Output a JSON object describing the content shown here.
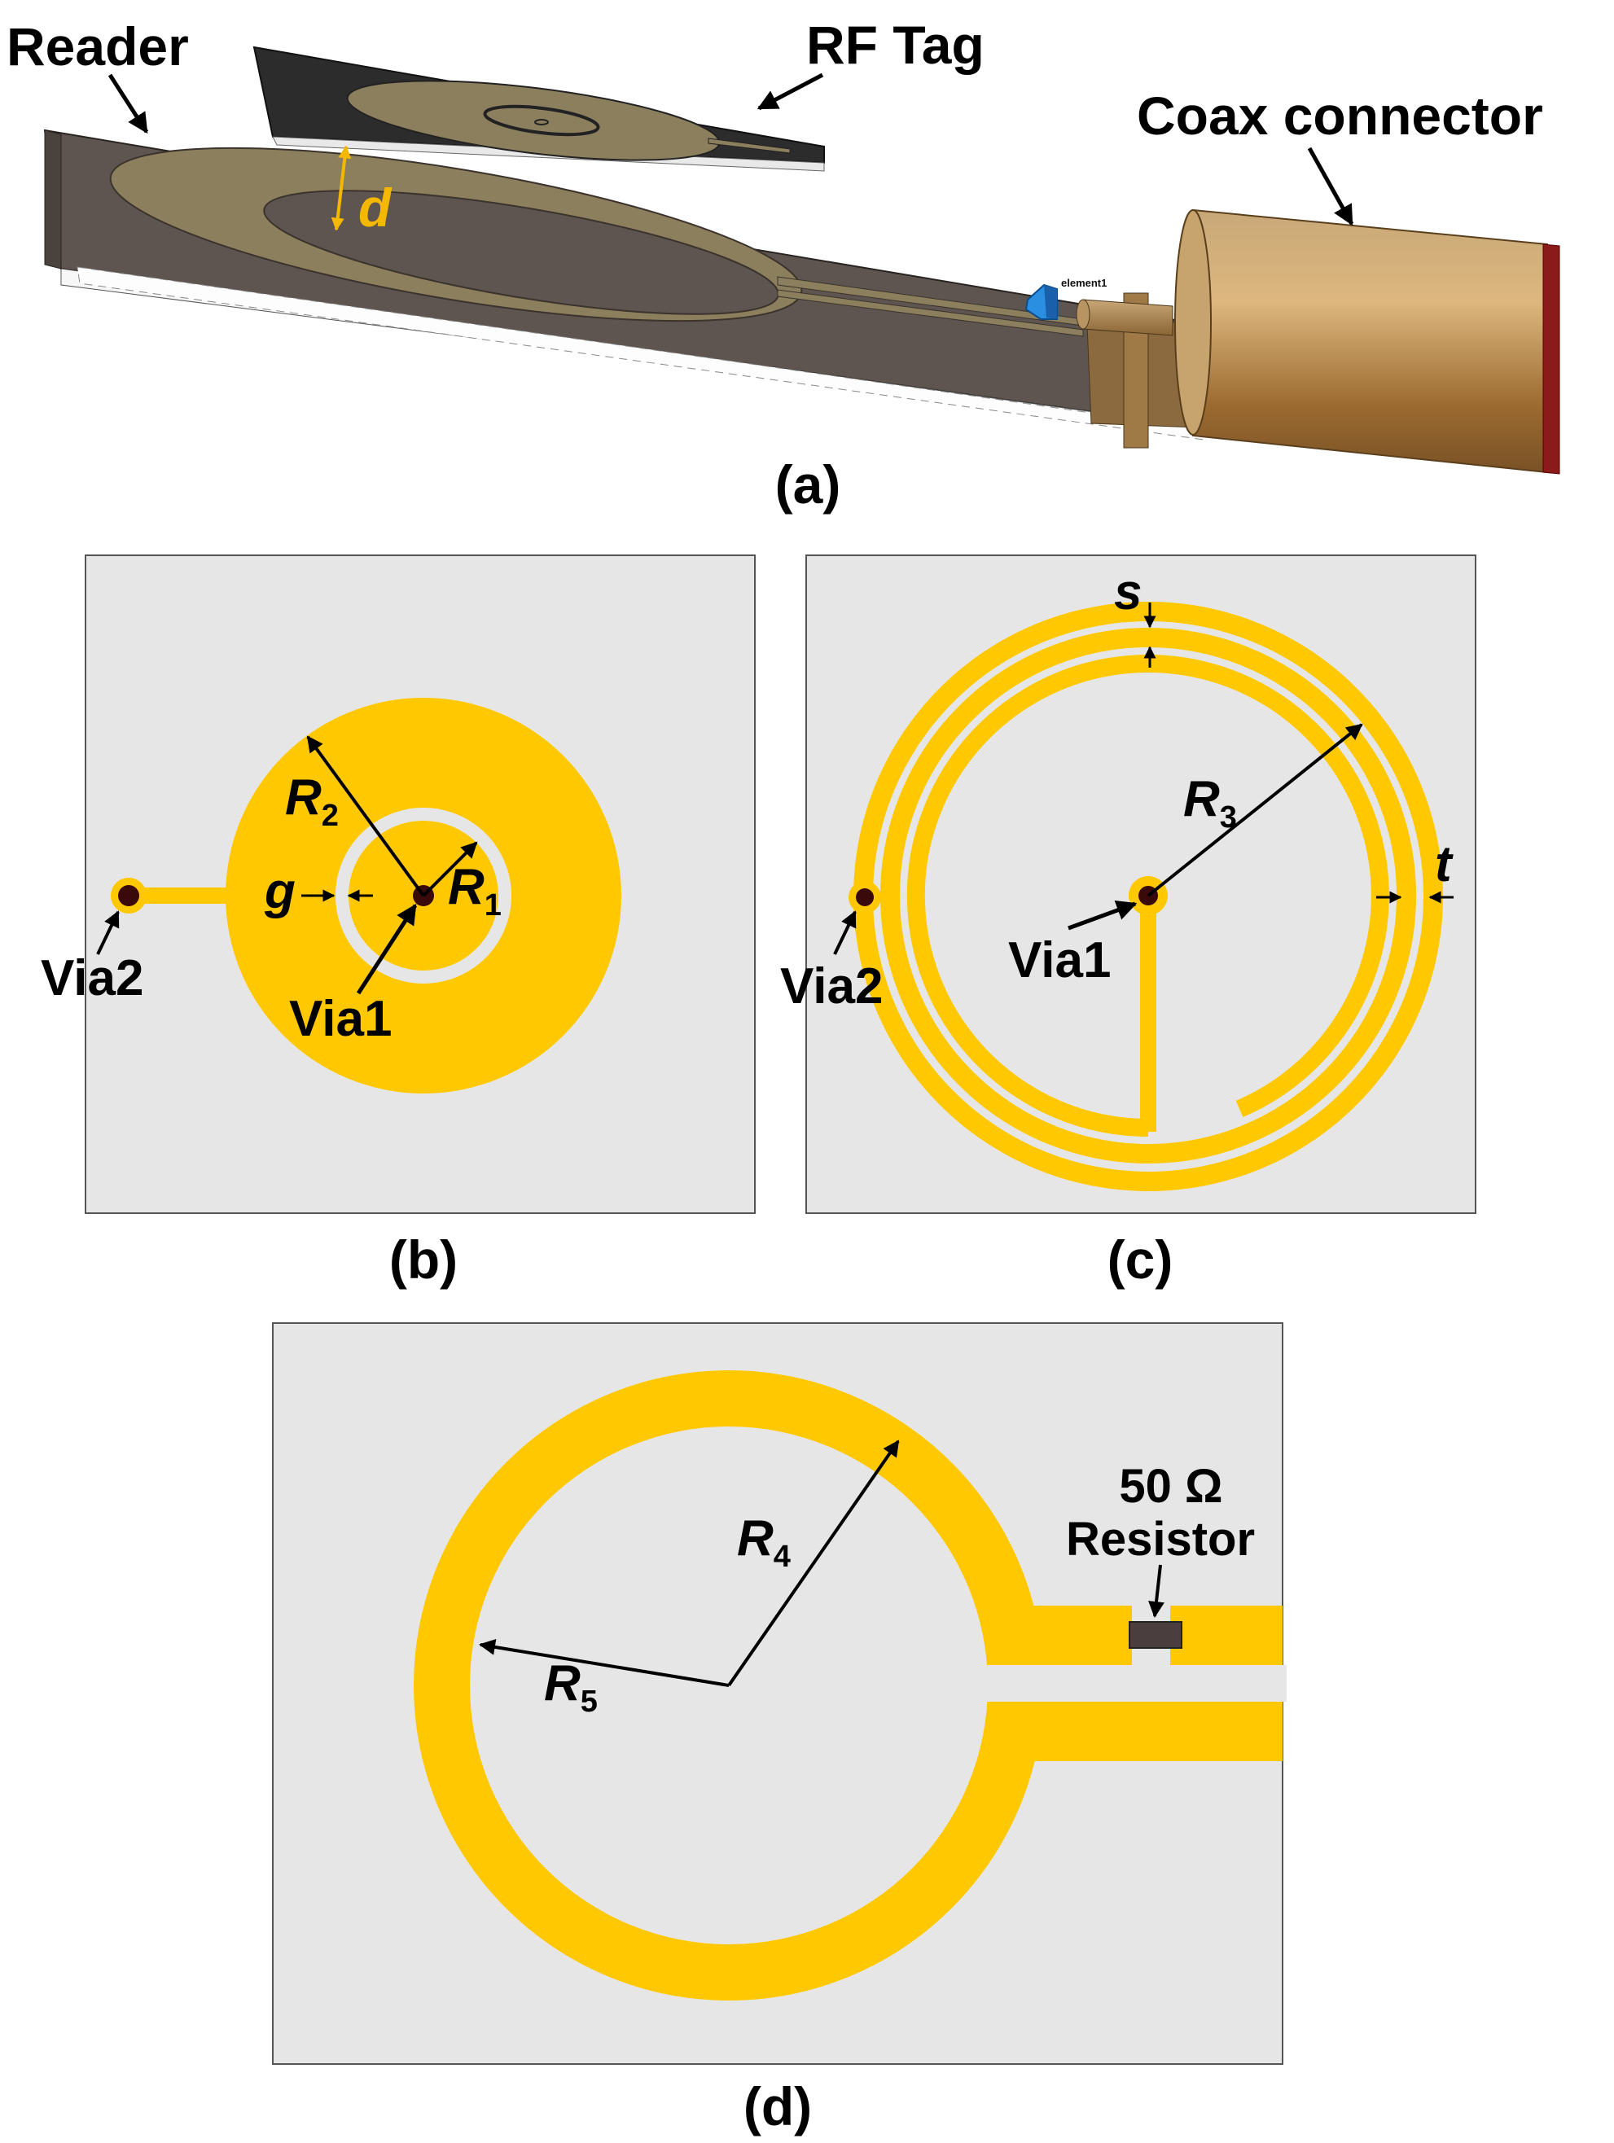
{
  "panel_a": {
    "reader_label": "Reader",
    "tag_label": "RF Tag",
    "connector_label": "Coax connector",
    "distance_label": "d",
    "element_label": "element1",
    "caption": "(a)"
  },
  "panel_b": {
    "r2": "R",
    "r2_sub": "2",
    "r1": "R",
    "r1_sub": "1",
    "g": "g",
    "via1": "Via1",
    "via2": "Via2",
    "caption": "(b)"
  },
  "panel_c": {
    "s": "s",
    "r3": "R",
    "r3_sub": "3",
    "t": "t",
    "via1": "Via1",
    "via2": "Via2",
    "caption": "(c)"
  },
  "panel_d": {
    "r4": "R",
    "r4_sub": "4",
    "r5": "R",
    "r5_sub": "5",
    "resistor_value": "50 Ω",
    "resistor_label": "Resistor",
    "caption": "(d)"
  },
  "colors": {
    "gold": "#ffc800",
    "panel_bg": "#e6e6e6",
    "via": "#3a0a0a",
    "substrate_dark": "#5e5550"
  }
}
